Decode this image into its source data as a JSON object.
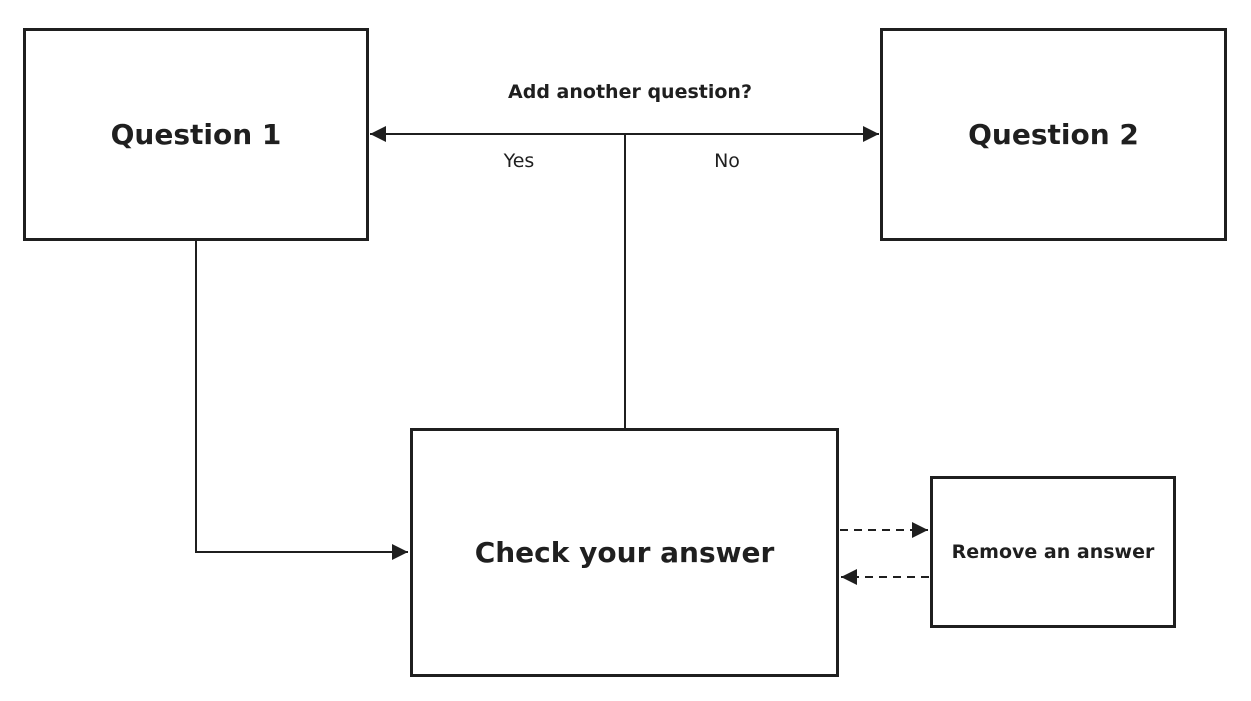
{
  "nodes": {
    "question1": "Question 1",
    "question2": "Question 2",
    "check": "Check your answer",
    "remove": "Remove an answer"
  },
  "decision": {
    "question": "Add another question?",
    "yes": "Yes",
    "no": "No"
  },
  "colors": {
    "stroke": "#1f1f1f",
    "background": "#ffffff"
  }
}
